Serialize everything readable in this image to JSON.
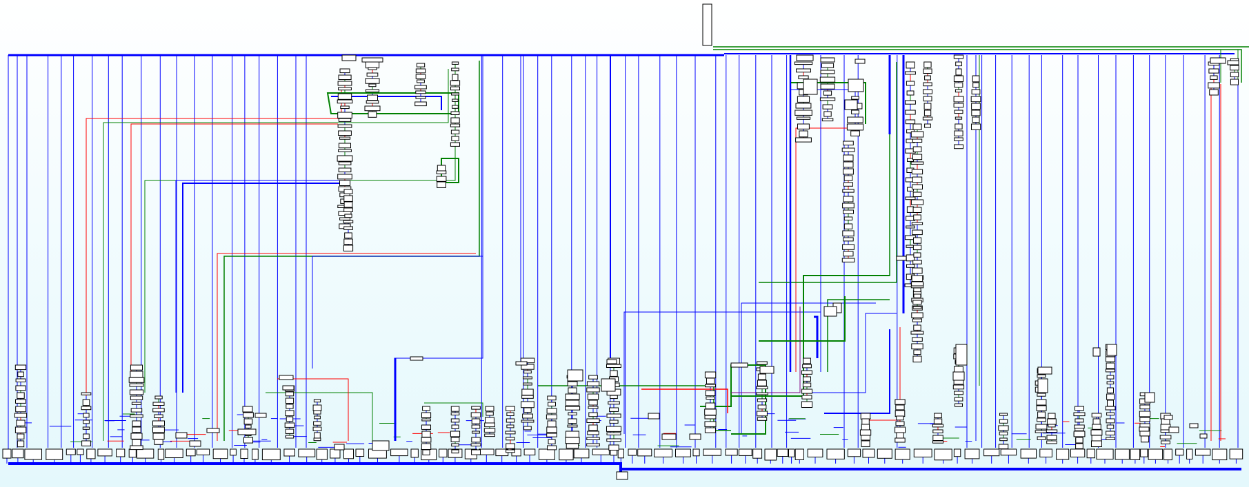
{
  "view": {
    "type": "control-flow-graph overview",
    "background_gradient": [
      "#ffffff",
      "#e4f8fc"
    ]
  },
  "edge_colors": {
    "unconditional": "#0000ff",
    "true_branch": "#008000",
    "false_branch": "#ff0000"
  },
  "node_style": {
    "fill": "#ffffff",
    "stroke": "#000000"
  },
  "graph_stats": {
    "entry_blocks": 1,
    "exit_blocks": 1
  }
}
